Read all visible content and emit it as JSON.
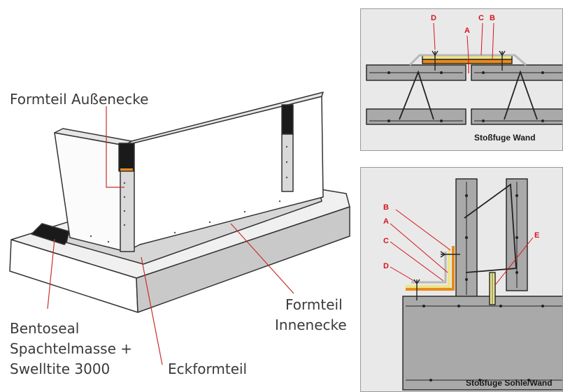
{
  "left_diagram": {
    "labels": {
      "outer_corner": "Formteil Außenecke",
      "inner_corner_1": "Formteil",
      "inner_corner_2": "Innenecke",
      "bentoseal_1": "Bentoseal",
      "bentoseal_2": "Spachtelmasse +",
      "bentoseal_3": "Swelltite 3000",
      "corner_piece": "Eckformteil"
    }
  },
  "panel_wall_joint": {
    "caption": "Stoßfuge Wand",
    "letters": {
      "d": "D",
      "c": "C",
      "b": "B",
      "a": "A"
    }
  },
  "panel_slab_wall_joint": {
    "caption": "Stoßfuge Sohle/Wand",
    "letters": {
      "b": "B",
      "a": "A",
      "c": "C",
      "d": "D",
      "e": "E"
    }
  },
  "colors": {
    "label_red": "#d8141e",
    "concrete": "#a9a9a9",
    "tape_orange": "#e88a1a",
    "tape_yellow": "#ece58a",
    "panel_bg": "#e9e9e9"
  }
}
